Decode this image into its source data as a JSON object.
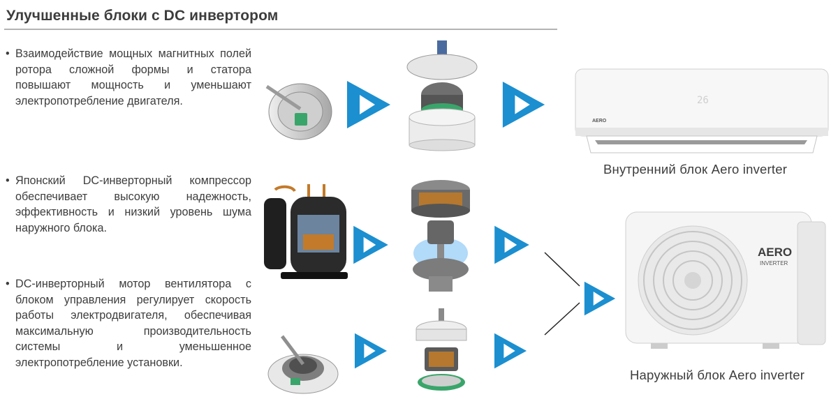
{
  "header": {
    "title": "Улучшенные блоки с DC инвертором"
  },
  "bullets": [
    {
      "marker": "•",
      "text": "Взаимодействие мощных магнитных полей ротора сложной формы и статора повышают мощность и уменьшают электропотребление двигателя."
    },
    {
      "marker": "•",
      "text": "Японский DC-инверторный компрессор обеспечивает высокую надежность, эффективность и низкий уровень шума наружного блока."
    },
    {
      "marker": "•",
      "text": "DC-инверторный мотор вентилятора с блоком управления регулирует скорость работы электродвигателя, обеспечивая максимальную производительность системы и уменьшенное электропотребление установки."
    }
  ],
  "indoor_unit": {
    "caption": "Внутренний блок Aero inverter",
    "display_value": "26",
    "logo": "AERO"
  },
  "outdoor_unit": {
    "caption": "Наружный блок Aero inverter",
    "logo": "AERO",
    "logo_sub": "INVERTER"
  },
  "icons": {
    "arrow": "play-triangle-icon",
    "arrow_color": "#1b8fd0"
  }
}
